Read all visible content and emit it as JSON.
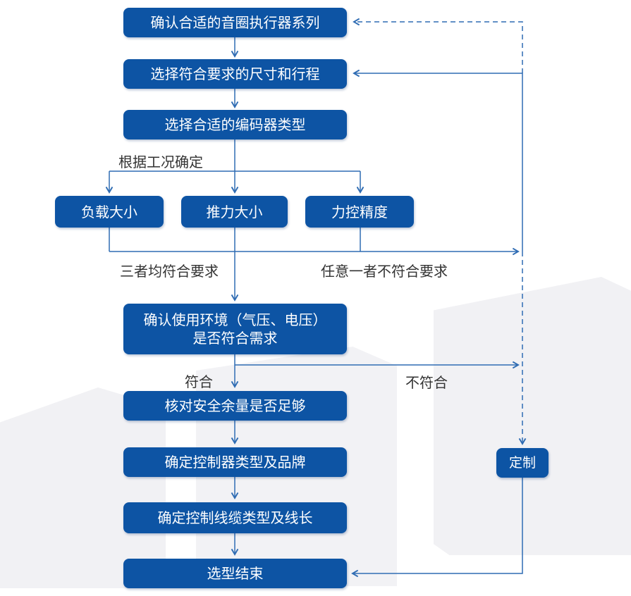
{
  "boxes": {
    "series": {
      "label": "确认合适的音圈执行器系列"
    },
    "size_stroke": {
      "label": "选择符合要求的尺寸和行程"
    },
    "encoder": {
      "label": "选择合适的编码器类型"
    },
    "load": {
      "label": "负载大小"
    },
    "thrust": {
      "label": "推力大小"
    },
    "force": {
      "label": "力控精度"
    },
    "environment": {
      "line1": "确认使用环境（气压、电压）",
      "line2": "是否符合需求"
    },
    "margin": {
      "label": "核对安全余量是否足够"
    },
    "controller": {
      "label": "确定控制器类型及品牌"
    },
    "cable": {
      "label": "确定控制线缆类型及线长"
    },
    "end": {
      "label": "选型结束"
    },
    "custom": {
      "label": "定制"
    }
  },
  "edge_labels": {
    "condition": "根据工况确定",
    "all_meet": "三者均符合要求",
    "any_fail": "任意一者不符合要求",
    "meet": "符合",
    "not_meet": "不符合"
  },
  "colors": {
    "box_fill": "#0d54a4",
    "box_text": "#ffffff",
    "line": "#2f6cb3",
    "label_text": "#333333",
    "background": "#ffffff"
  }
}
